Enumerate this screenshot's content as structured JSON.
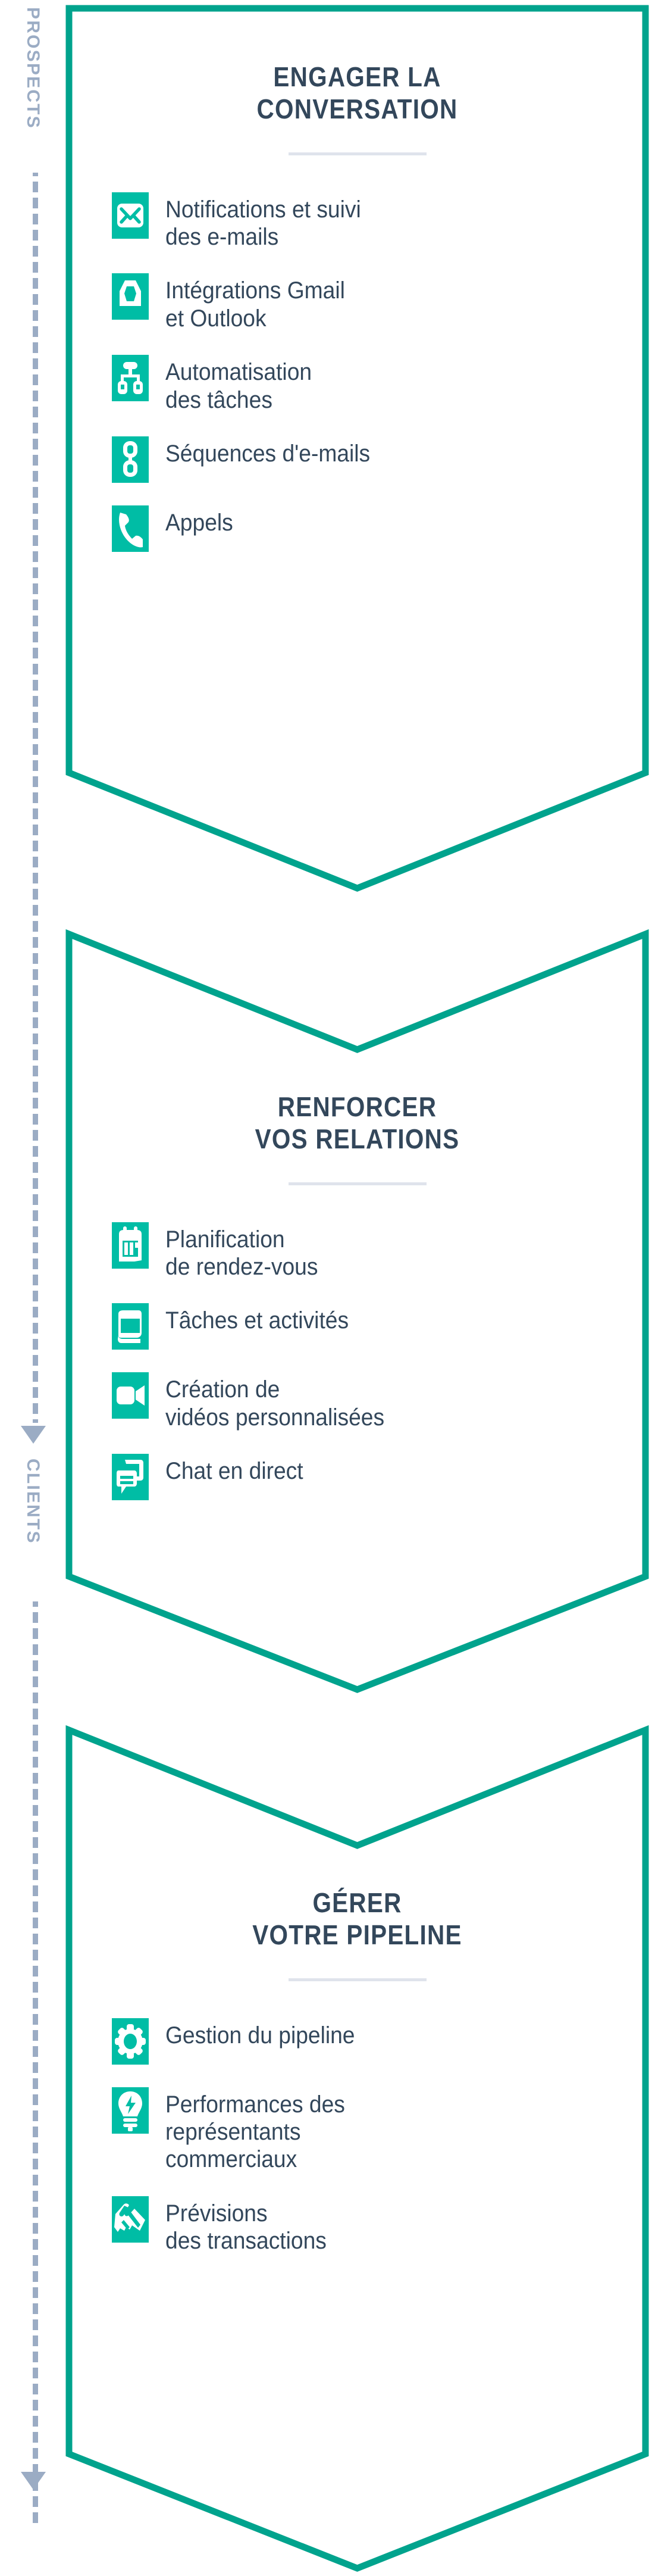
{
  "colors": {
    "accent_teal": "#00bda5",
    "outline_teal": "#00a38d",
    "text_navy": "#33475b",
    "axis_gray": "#9bacc4",
    "divider_gray": "#dfe3ec",
    "background": "#ffffff"
  },
  "axis": {
    "top_label": "PROSPECTS",
    "bottom_label": "CLIENTS",
    "arrow_direction": "down",
    "line_style": "dashed"
  },
  "sections": [
    {
      "id": "engager",
      "title_line1": "ENGAGER LA",
      "title_line2": "CONVERSATION",
      "items": [
        {
          "icon": "envelope-icon",
          "label": "Notifications et suivi\ndes e-mails"
        },
        {
          "icon": "inbox-tray-icon",
          "label": "Intégrations Gmail\net Outlook"
        },
        {
          "icon": "workflow-icon",
          "label": "Automatisation\ndes tâches"
        },
        {
          "icon": "chain-links-icon",
          "label": "Séquences d'e-mails"
        },
        {
          "icon": "phone-icon",
          "label": "Appels"
        }
      ]
    },
    {
      "id": "renforcer",
      "title_line1": "RENFORCER",
      "title_line2": "VOS RELATIONS",
      "items": [
        {
          "icon": "calendar-icon",
          "label": "Planification\nde rendez-vous"
        },
        {
          "icon": "notebook-icon",
          "label": "Tâches et activités"
        },
        {
          "icon": "video-camera-icon",
          "label": "Création de\nvidéos personnalisées"
        },
        {
          "icon": "chat-bubble-icon",
          "label": "Chat en direct"
        }
      ]
    },
    {
      "id": "gerer",
      "title_line1": "GÉRER",
      "title_line2": "VOTRE PIPELINE",
      "items": [
        {
          "icon": "gear-icon",
          "label": "Gestion du pipeline"
        },
        {
          "icon": "lightbulb-icon",
          "label": "Performances des\nreprésentants\ncommerciaux"
        },
        {
          "icon": "handshake-icon",
          "label": "Prévisions\ndes transactions"
        }
      ]
    }
  ]
}
